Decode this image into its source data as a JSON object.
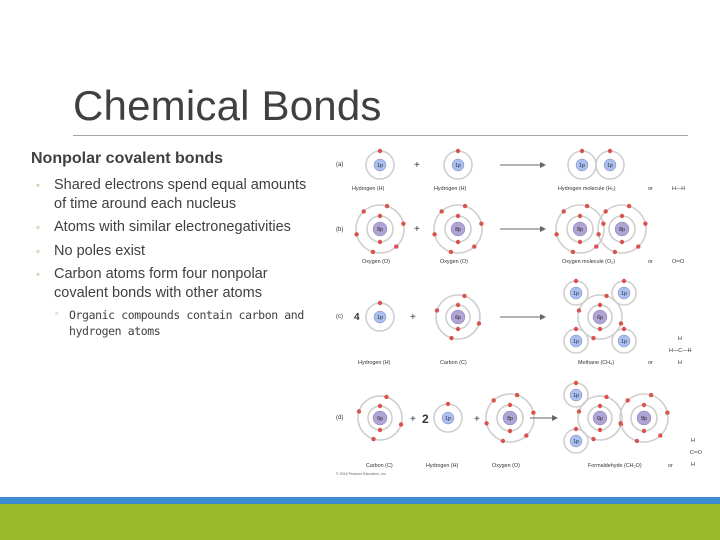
{
  "slide": {
    "title": "Chemical Bonds",
    "heading": "Nonpolar covalent bonds",
    "bullets": [
      "Shared electrons spend equal amounts of time around each nucleus",
      "Atoms with similar electronegativities",
      "No poles exist",
      "Carbon atoms form four nonpolar covalent bonds with other atoms"
    ],
    "sub_bullet": "Organic compounds contain carbon and hydrogen atoms",
    "bullet_glyph": "◦"
  },
  "figure": {
    "row_labels": [
      "(a)",
      "(b)",
      "(c)",
      "(d)"
    ],
    "coefficient_c": "4",
    "coefficient_d": "2",
    "plus": "+",
    "or": "or",
    "nuclei": {
      "h": "1p",
      "o": "8p",
      "c": "6p"
    },
    "labels": {
      "a_left": "Hydrogen (H)",
      "a_mid": "Hydrogen (H)",
      "a_right": "Hydrogen molecule (H₂)",
      "a_formula": "H—H",
      "b_left": "Oxygen (O)",
      "b_mid": "Oxygen (O)",
      "b_right": "Oxygen molecule (O₂)",
      "b_formula": "O═O",
      "c_left": "Hydrogen (H)",
      "c_mid": "Carbon (C)",
      "c_right": "Methane (CH₄)",
      "d_left": "Carbon (C)",
      "d_mid1": "Hydrogen (H)",
      "d_mid2": "Oxygen (O)",
      "d_right": "Formaldehyde (CH₂O)"
    },
    "methane_formula": {
      "top": "H",
      "middle": "H—C—H",
      "bottom": "H"
    },
    "formaldehyde_formula": {
      "top": "H",
      "middle": "C═O",
      "bottom": "H"
    },
    "copyright": "© 2016 Pearson Education, Inc."
  },
  "colors": {
    "accent_green": "#9bb82a",
    "accent_blue": "#3e8bd0",
    "electron": "#d9534f",
    "nucleus_h": "#a9bff0",
    "nucleus_heavy": "#b0a4d4"
  }
}
